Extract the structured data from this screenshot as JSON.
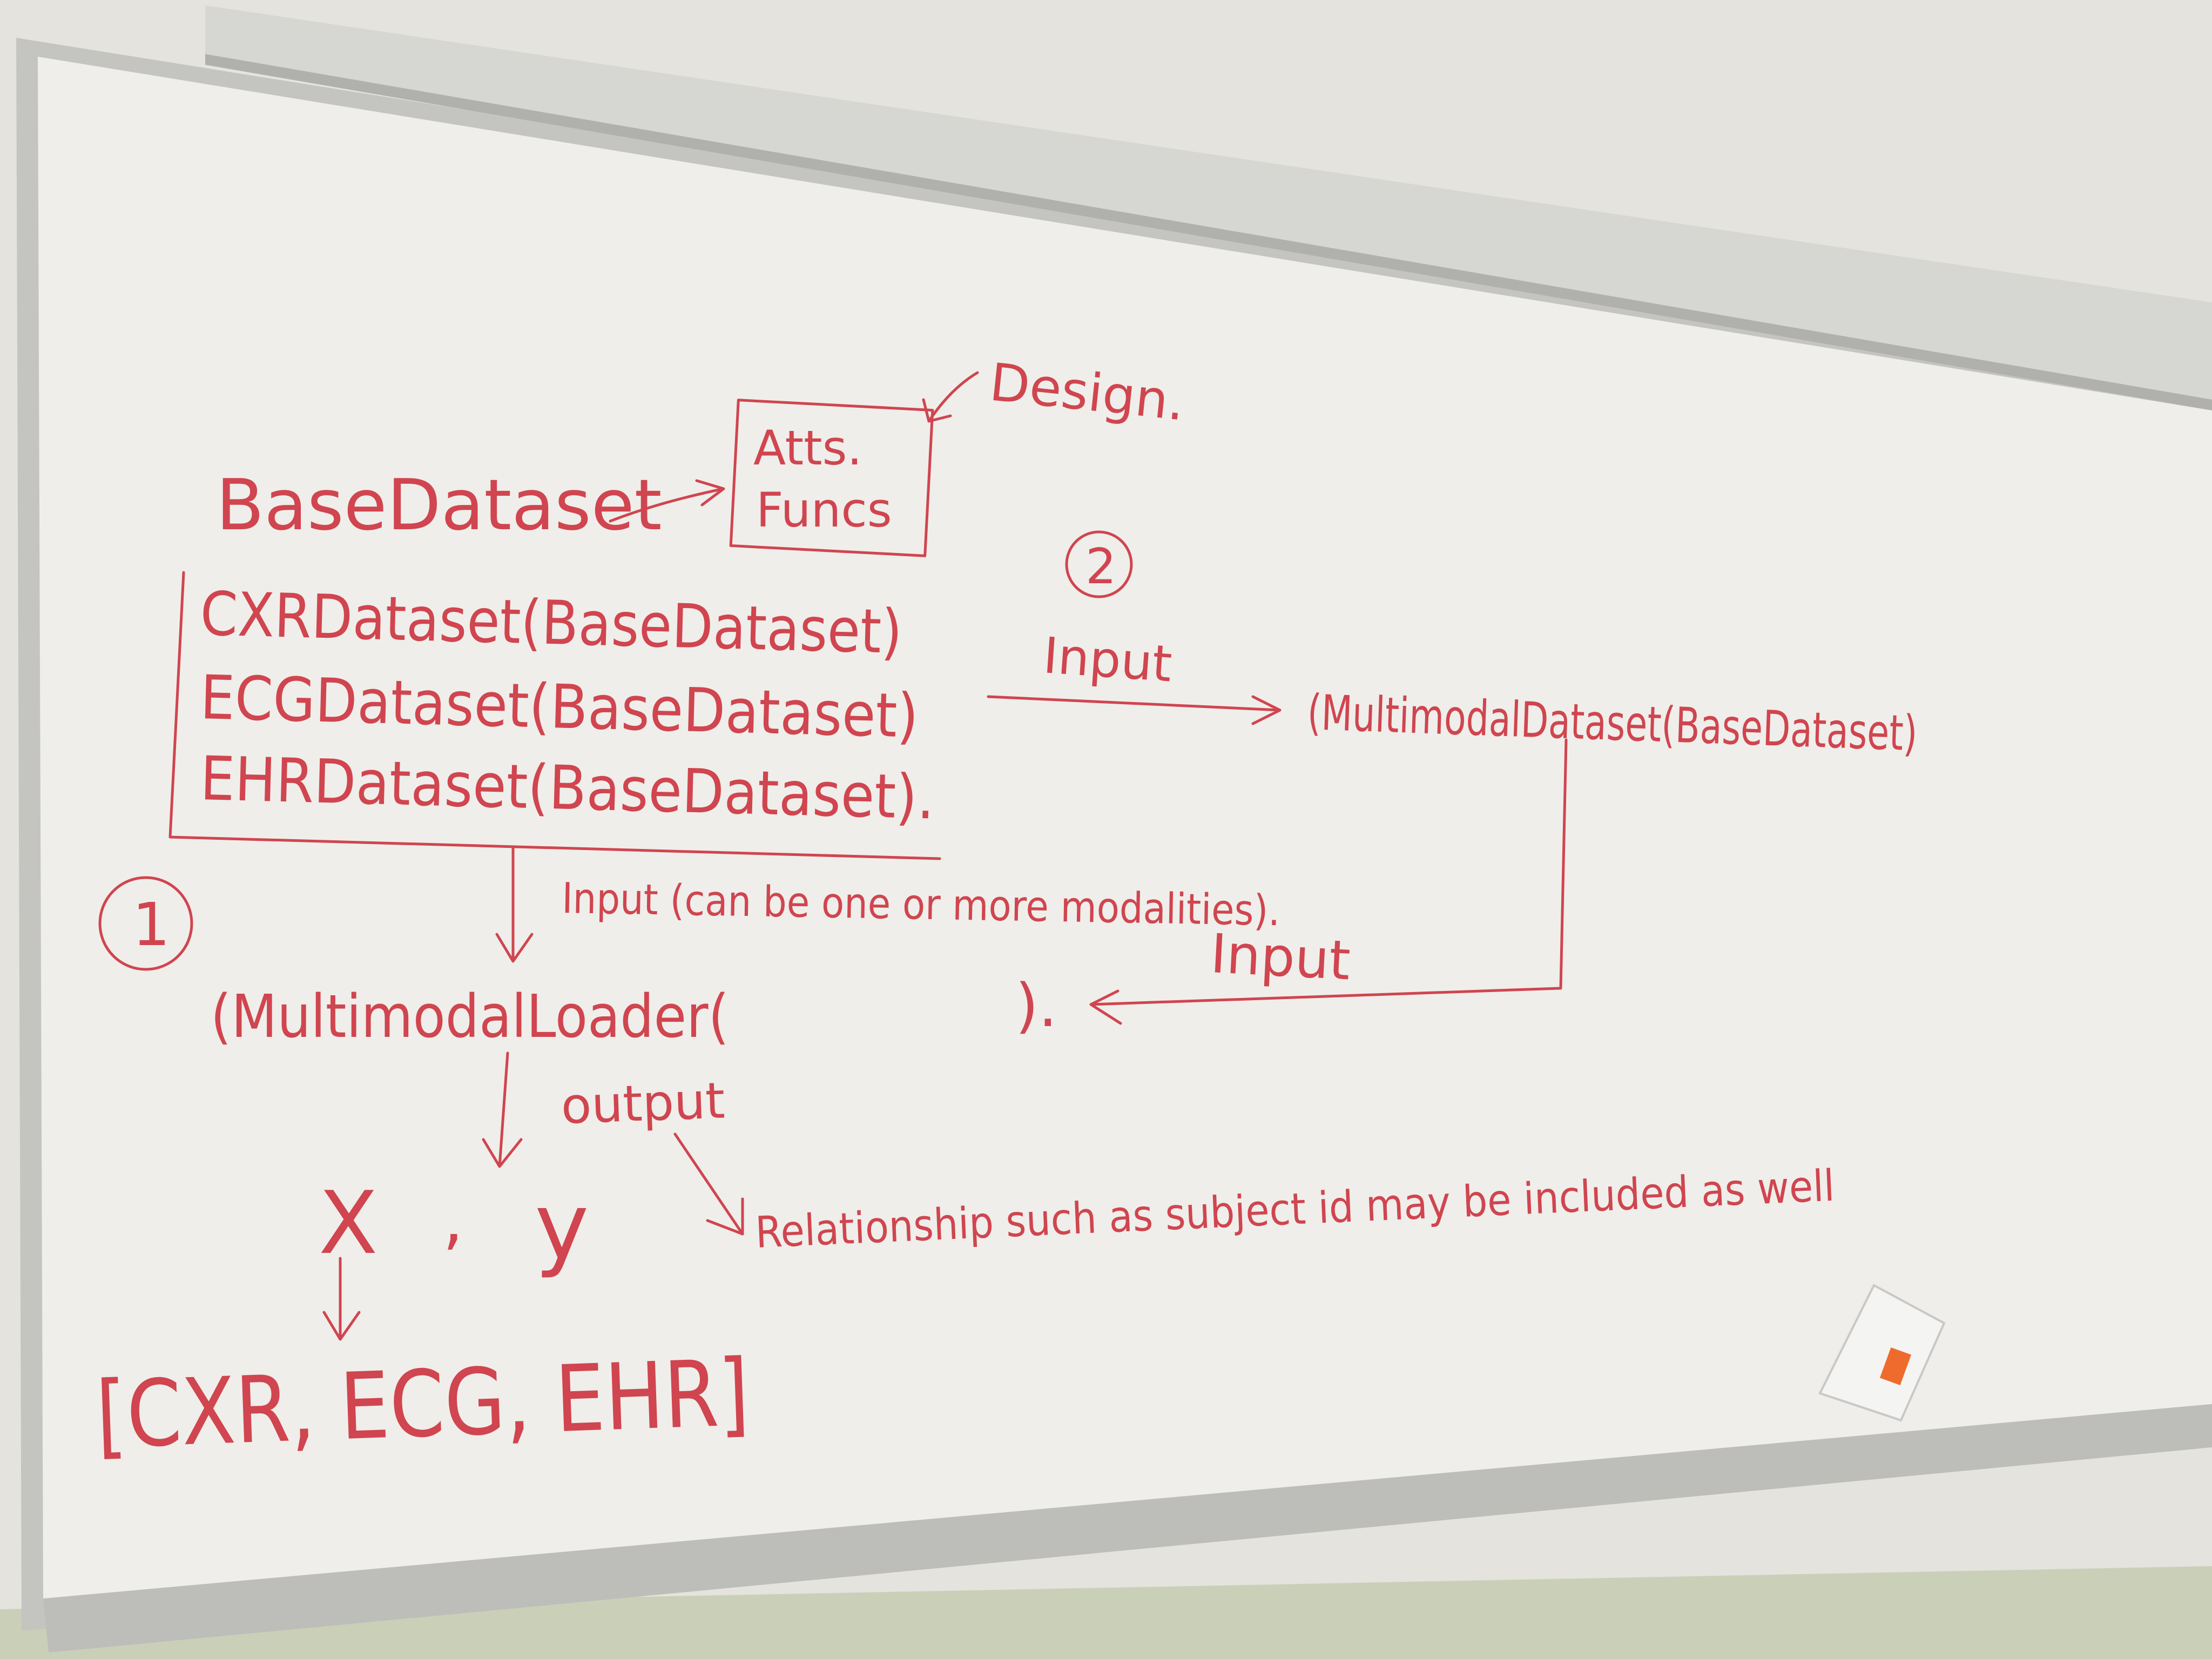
{
  "board": {
    "design_label": "Design.",
    "box_line1": "Atts.",
    "box_line2": "Funcs",
    "base_dataset": "BaseDataset",
    "circle_two": "2",
    "circle_one": "1",
    "cxr_dataset": "CXRDataset(BaseDataset)",
    "ecg_dataset": "ECGDataset(BaseDataset)",
    "ehr_dataset": "EHRDataset(BaseDataset).",
    "input_top": "Input",
    "multimodal_dataset": "(MultimodalDataset(BaseDataset)",
    "input_modalities": "Input (can be one or more modalities).",
    "input_right": "Input",
    "loader_open": "(MultimodalLoader(",
    "loader_close": ").",
    "output_label": "output",
    "x_label": "X",
    "comma": ",",
    "y_label": "y",
    "relationship_note": "Relationship such as subject id may be included as well",
    "result_list": "[CXR, ECG, EHR]"
  },
  "colors": {
    "marker_red": "#d0454f",
    "board_white": "#efeeea",
    "frame_gray": "#b9b9b6",
    "wall": "#e6e5e0"
  }
}
